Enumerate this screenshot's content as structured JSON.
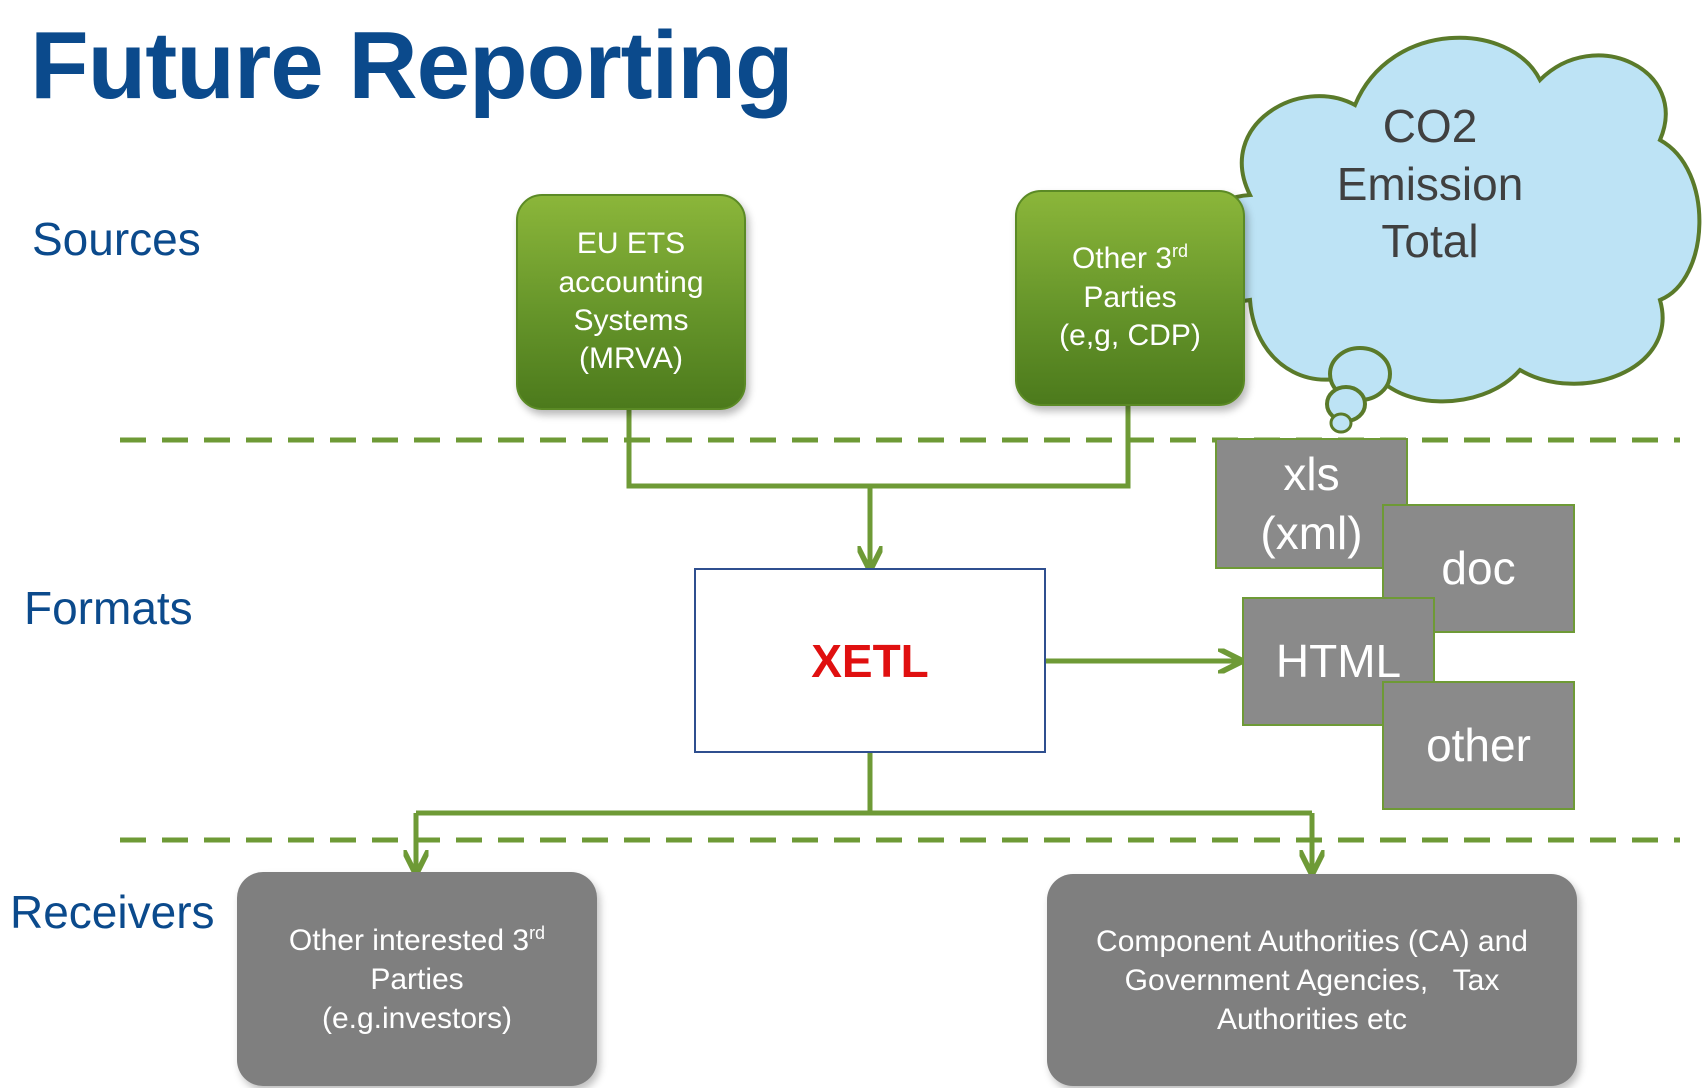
{
  "title": "Future Reporting",
  "sections": {
    "sources": "Sources",
    "formats": "Formats",
    "receivers": "Receivers"
  },
  "sources": {
    "eu_ets": [
      "EU ETS",
      "accounting",
      "Systems",
      "(MRVA)"
    ],
    "other_parties": {
      "line1_prefix": "Other 3",
      "line1_sup": "rd",
      "line2": "Parties",
      "line3": "(e,g, CDP)"
    }
  },
  "cloud": [
    "CO2",
    "Emission",
    "Total"
  ],
  "processor": "XETL",
  "formats": {
    "xls": [
      "xls",
      "(xml)"
    ],
    "doc": "doc",
    "html": "HTML",
    "other": "other"
  },
  "receivers": {
    "investors": {
      "line1_prefix": "Other interested 3",
      "line1_sup": "rd",
      "line2": "Parties",
      "line3": "(e.g.investors)"
    },
    "authorities": [
      "Component Authorities (CA) and",
      "Government Agencies,   Tax",
      "Authorities etc"
    ]
  },
  "colors": {
    "title": "#0b4a8c",
    "connector": "#6e9a36",
    "processor_text": "#e01010",
    "cloud_fill": "#bde3f5",
    "cloud_stroke": "#5a7a2a",
    "format_box": "#8a8a8a",
    "receiver_box": "#7f7f7f"
  }
}
